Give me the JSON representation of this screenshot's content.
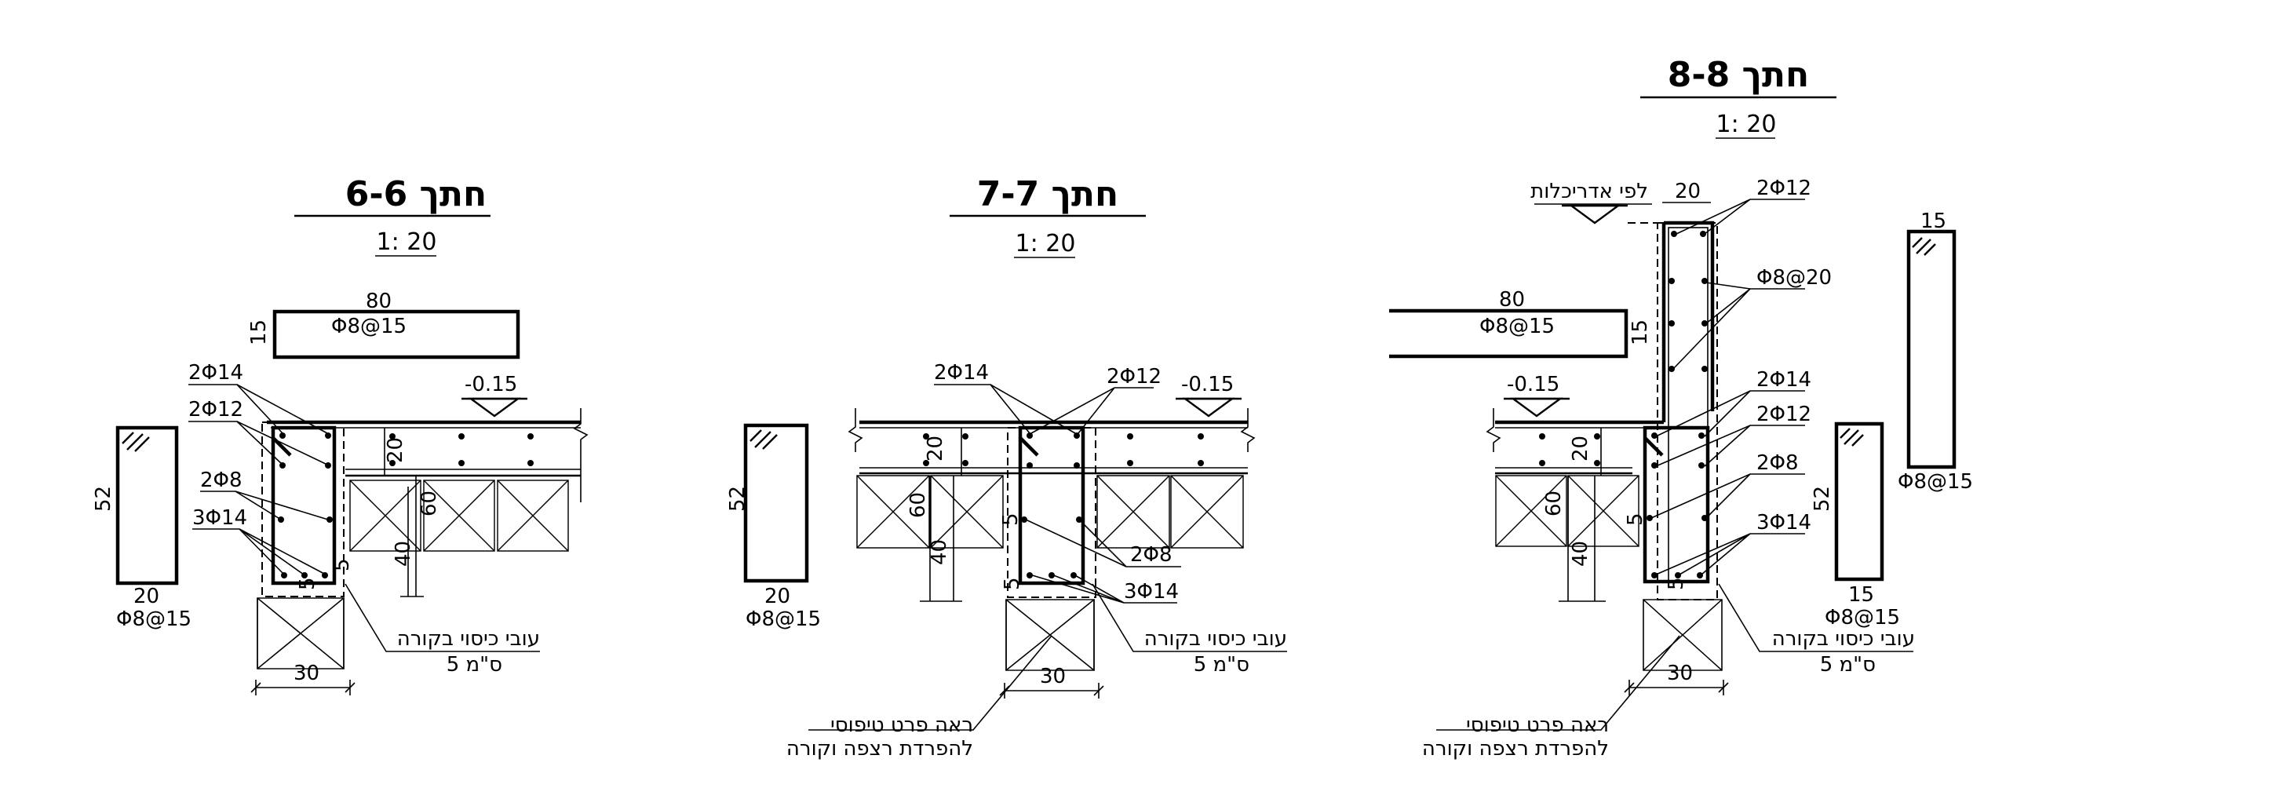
{
  "sections": [
    {
      "title": "חתך 6-6",
      "scale": "1: 20",
      "slab": {
        "width": "80",
        "thickness": "15",
        "rebar": "Φ8@15"
      },
      "level": "-0.15",
      "rebar_labels": [
        "2Φ14",
        "2Φ12",
        "2Φ8",
        "3Φ14"
      ],
      "dims": {
        "slab_depth": "20",
        "beam_depth": "60",
        "block_depth": "40",
        "cover_a": "5",
        "cover_b": "5",
        "width": "30"
      },
      "column": {
        "height": "52",
        "width": "20",
        "rebar": "Φ8@15"
      },
      "note": {
        "line1": "עובי כיסוי בקורה",
        "line2": "5 ס\"מ"
      }
    },
    {
      "title": "חתך 7-7",
      "scale": "1: 20",
      "level": "-0.15",
      "rebar_labels": [
        "2Φ14",
        "2Φ12",
        "2Φ8",
        "3Φ14"
      ],
      "dims": {
        "slab_depth": "20",
        "beam_depth": "60",
        "block_depth": "40",
        "cover": "5",
        "width": "30"
      },
      "column": {
        "height": "52",
        "width": "20",
        "rebar": "Φ8@15"
      },
      "note": {
        "line1": "עובי כיסוי בקורה",
        "line2": "5 ס\"מ"
      },
      "detail_note": {
        "line1": "ראה פרט טיפוסי",
        "line2": "להפרדת רצפה וקורה"
      }
    },
    {
      "title": "חתך 8-8",
      "scale": "1: 20",
      "arch_note": "לפי אדריכלות",
      "wall_width": "20",
      "slab": {
        "width": "80",
        "thickness": "15",
        "rebar": "Φ8@15"
      },
      "level": "-0.15",
      "rebar_labels": [
        "2Φ12",
        "Φ8@20",
        "2Φ14",
        "2Φ12",
        "2Φ8",
        "3Φ14"
      ],
      "dims": {
        "slab_depth": "20",
        "beam_depth": "60",
        "block_depth": "40",
        "cover_a": "5",
        "cover_b": "5",
        "width": "30"
      },
      "column": {
        "height": "52",
        "width": "15",
        "rebar": "Φ8@15"
      },
      "wall_detail": {
        "width": "15",
        "rebar": "Φ8@15"
      },
      "note": {
        "line1": "עובי כיסוי בקורה",
        "line2": "5 ס\"מ"
      },
      "detail_note": {
        "line1": "ראה פרט טיפוסי",
        "line2": "להפרדת רצפה וקורה"
      }
    }
  ]
}
